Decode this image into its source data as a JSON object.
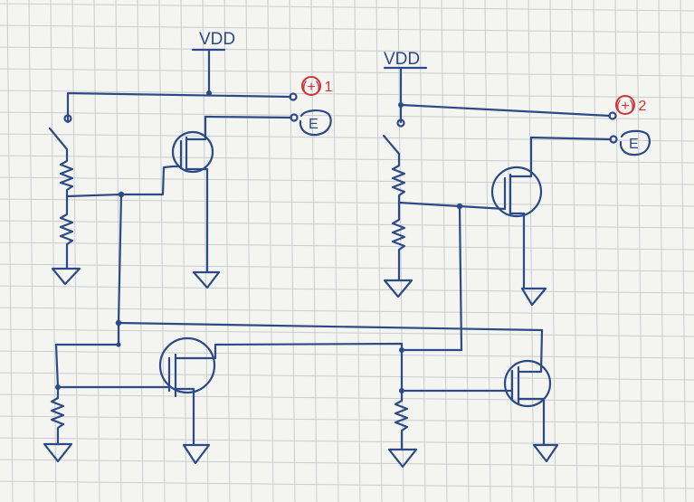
{
  "colors": {
    "paper": "#f4f4f1",
    "grid": "#c9ccd0",
    "ink": "#2c4a86",
    "red_ink": "#d0343a"
  },
  "labels": {
    "vdd_left": "VDD",
    "vdd_right": "VDD",
    "terminal_plus_1": "(+) 1",
    "terminal_plus_2": "(+) 2",
    "terminal_e_left": "E",
    "terminal_e_right": "E"
  },
  "icons": [
    "switch-icon",
    "resistor-icon",
    "mosfet-icon",
    "ground-icon",
    "terminal-icon"
  ]
}
